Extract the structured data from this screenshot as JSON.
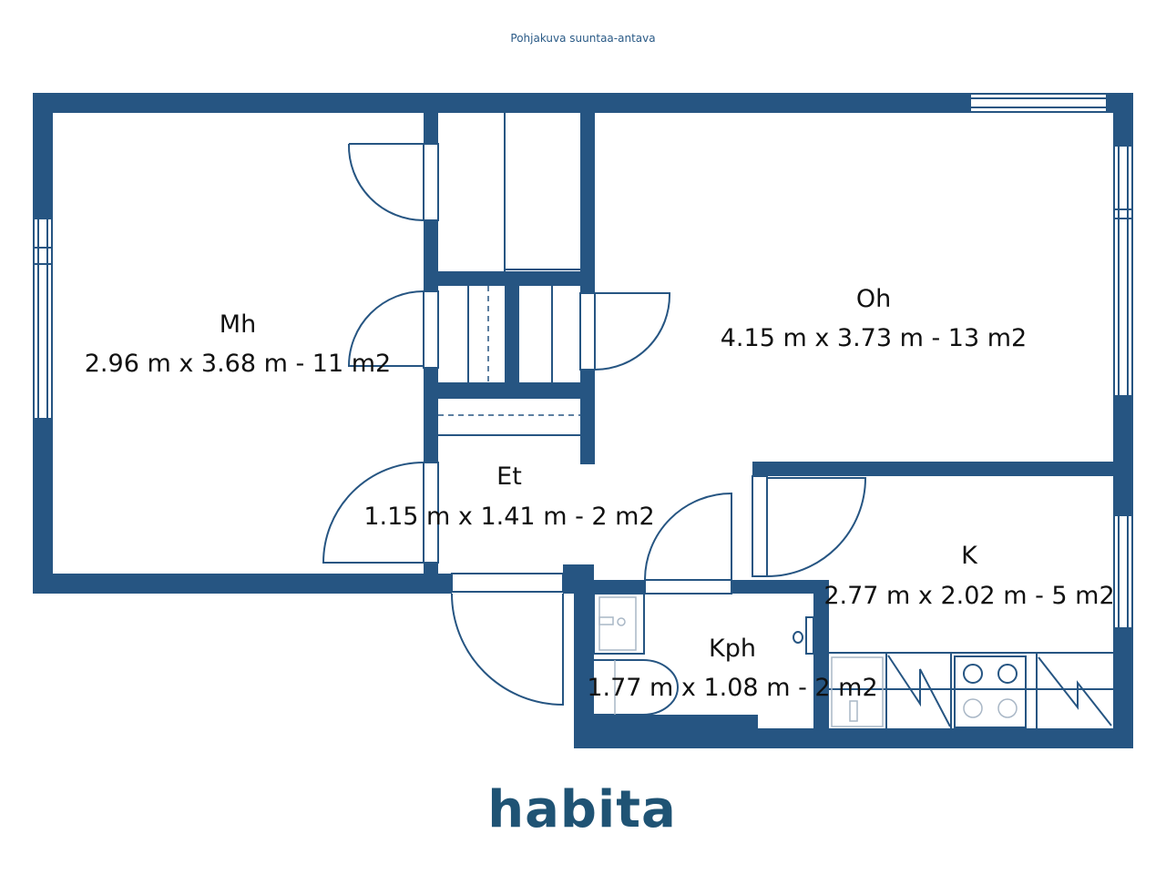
{
  "subtitle": "Pohjakuva suuntaa-antava",
  "rooms": [
    {
      "name": "Mh",
      "dims": "2.96 m x 3.68 m - 11 m2"
    },
    {
      "name": "Oh",
      "dims": "4.15 m x 3.73 m - 13 m2"
    },
    {
      "name": "Et",
      "dims": "1.15 m x 1.41 m - 2 m2"
    },
    {
      "name": "K",
      "dims": "2.77 m x 2.02 m - 5 m2"
    },
    {
      "name": "Kph",
      "dims": "1.77 m x 1.08 m - 2 m2"
    }
  ],
  "logo": "habita",
  "colors": {
    "wall": "#265582",
    "logo": "#1f5374"
  }
}
